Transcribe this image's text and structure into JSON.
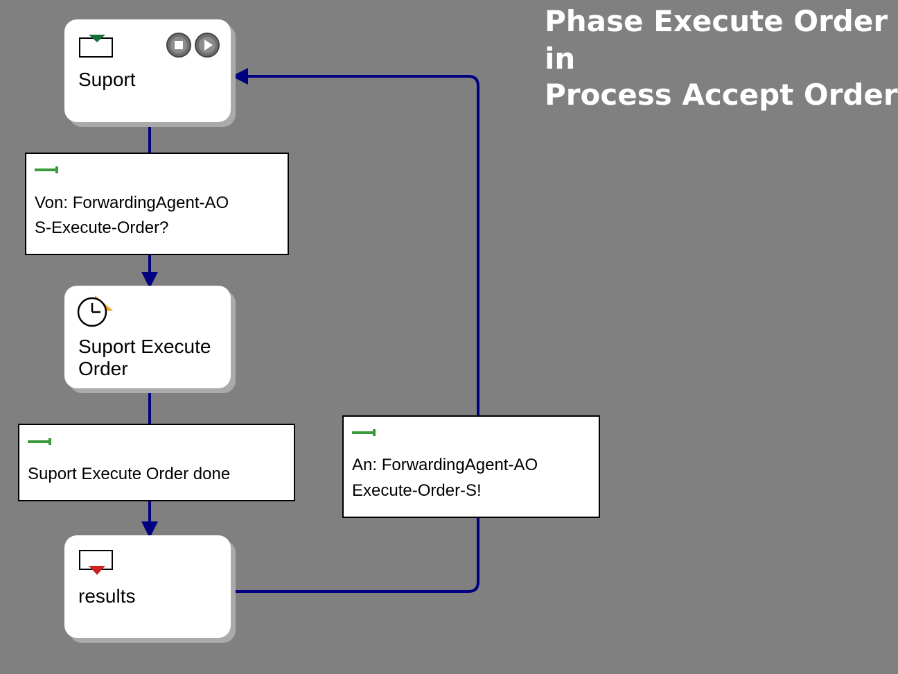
{
  "title": {
    "line1": "Phase Execute Order",
    "line2": "in",
    "line3": "Process Accept Order"
  },
  "nodes": {
    "suport": {
      "label": "Suport",
      "icon": "start-tray-icon",
      "controls": [
        "stop-icon",
        "play-icon"
      ]
    },
    "suport_execute_order": {
      "label_line1": "Suport Execute",
      "label_line2": "Order",
      "icon": "clock-icon"
    },
    "results": {
      "label": "results",
      "icon": "end-tray-icon"
    }
  },
  "messages": {
    "receive": {
      "icon": "message-arrow-icon",
      "line1": "Von: ForwardingAgent-AO",
      "line2": "S-Execute-Order?"
    },
    "done": {
      "icon": "message-arrow-icon",
      "line1": "Suport Execute Order done"
    },
    "send": {
      "icon": "message-arrow-icon",
      "line1": "An: ForwardingAgent-AO",
      "line2": "Execute-Order-S!"
    }
  },
  "colors": {
    "background": "#808080",
    "connector": "#000080",
    "message_icon": "#3a9a3a",
    "start_marker": "#1a6e3a",
    "end_marker": "#cc2222",
    "clock_accent": "#f5a623"
  }
}
